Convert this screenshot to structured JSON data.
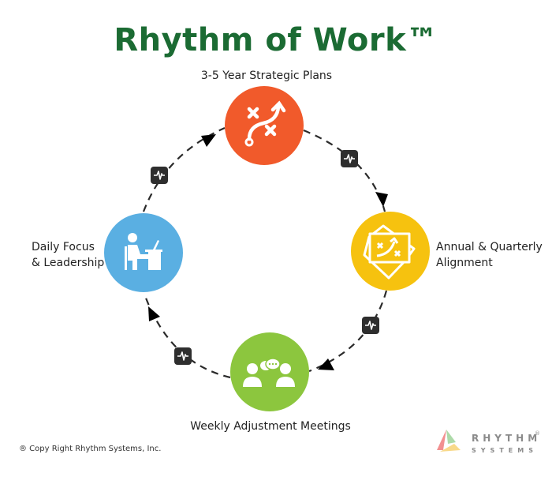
{
  "title": "Rhythm of Work™",
  "stages": [
    {
      "id": "strategic",
      "label": "3-5 Year Strategic Plans",
      "color": "#f15a2b",
      "icon": "strategy-play-icon"
    },
    {
      "id": "annual",
      "label_line1": "Annual & Quarterly",
      "label_line2": "Alignment",
      "color": "#f6c20f",
      "icon": "playbook-board-icon"
    },
    {
      "id": "weekly",
      "label": "Weekly Adjustment Meetings",
      "color": "#8cc63e",
      "icon": "meeting-people-icon"
    },
    {
      "id": "daily",
      "label_line1": "Daily Focus",
      "label_line2": "& Leadership",
      "color": "#5aafe2",
      "icon": "person-at-desk-icon"
    }
  ],
  "connector_icon": "heartbeat-pulse-icon",
  "footer": {
    "copyright": "® Copy Right Rhythm Systems, Inc.",
    "logo_line1": "RHYTHM",
    "logo_line2": "SYSTEMS",
    "logo_mark": "®"
  }
}
